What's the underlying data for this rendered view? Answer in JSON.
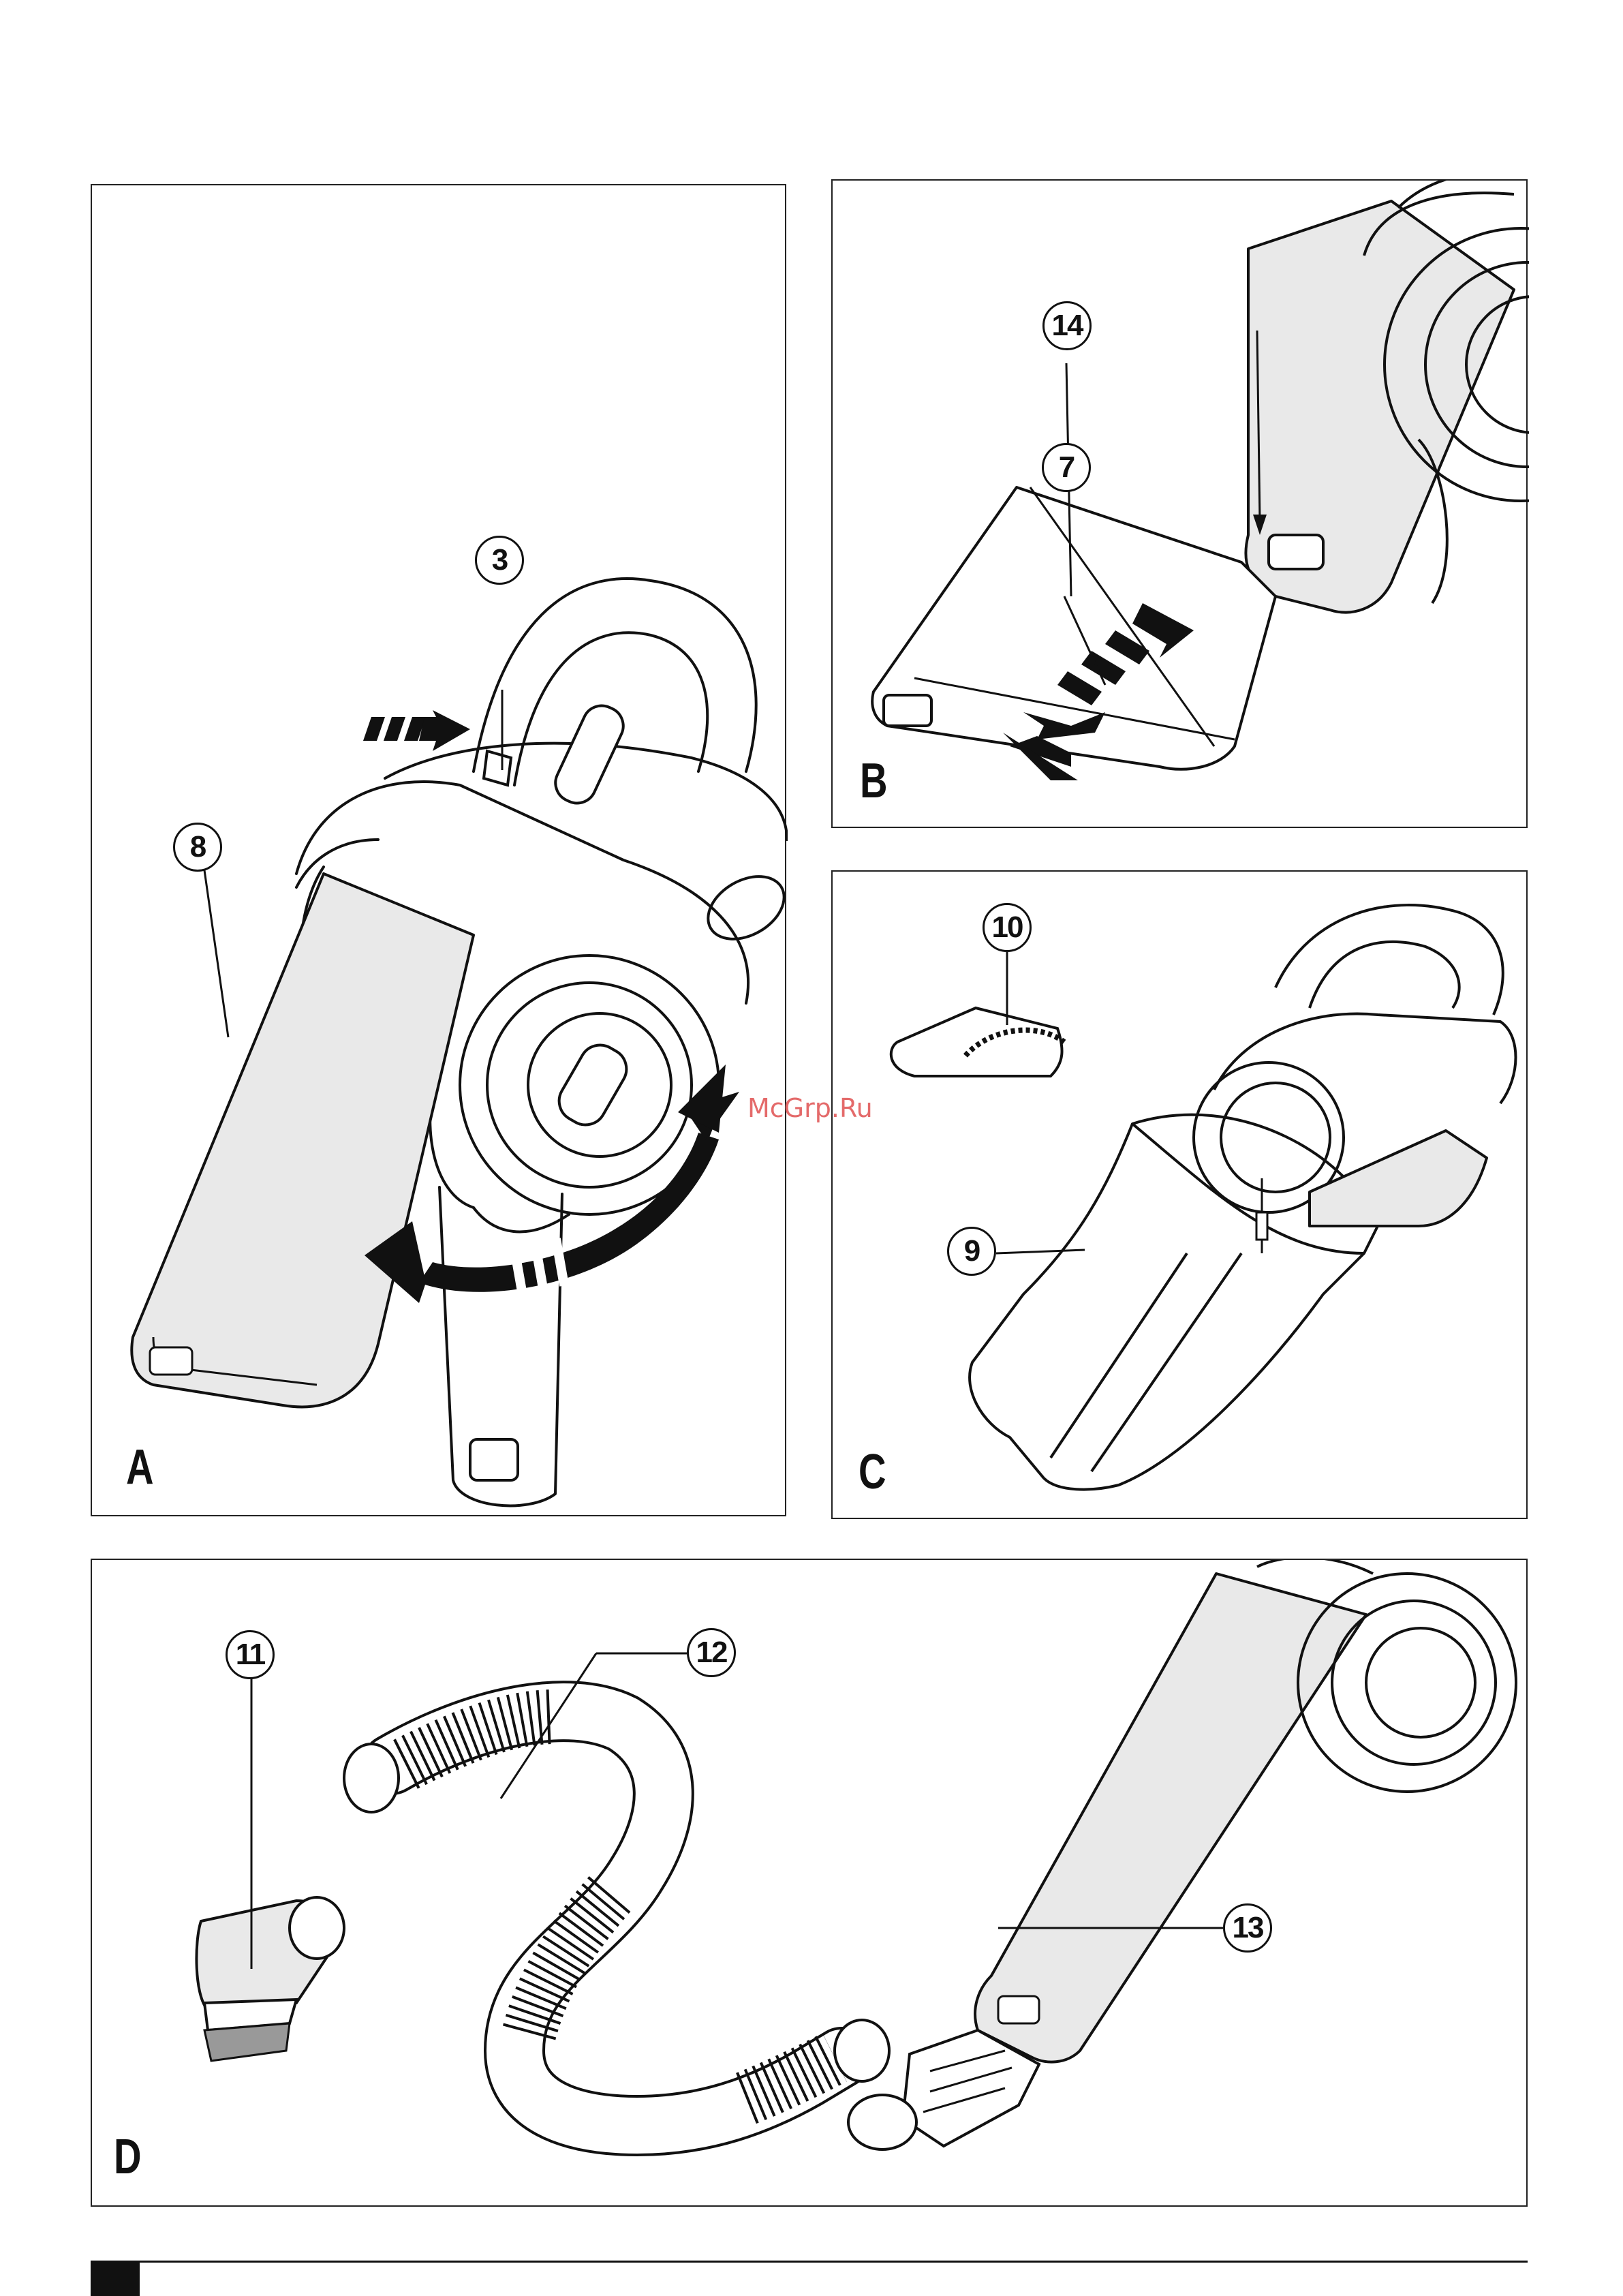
{
  "watermark": "McGrp.Ru",
  "panels": {
    "a": {
      "letter": "A",
      "callouts": [
        "3",
        "8"
      ]
    },
    "b": {
      "letter": "B",
      "callouts": [
        "14",
        "7"
      ]
    },
    "c": {
      "letter": "C",
      "callouts": [
        "10",
        "9"
      ]
    },
    "d": {
      "letter": "D",
      "callouts": [
        "11",
        "12",
        "13"
      ]
    }
  }
}
